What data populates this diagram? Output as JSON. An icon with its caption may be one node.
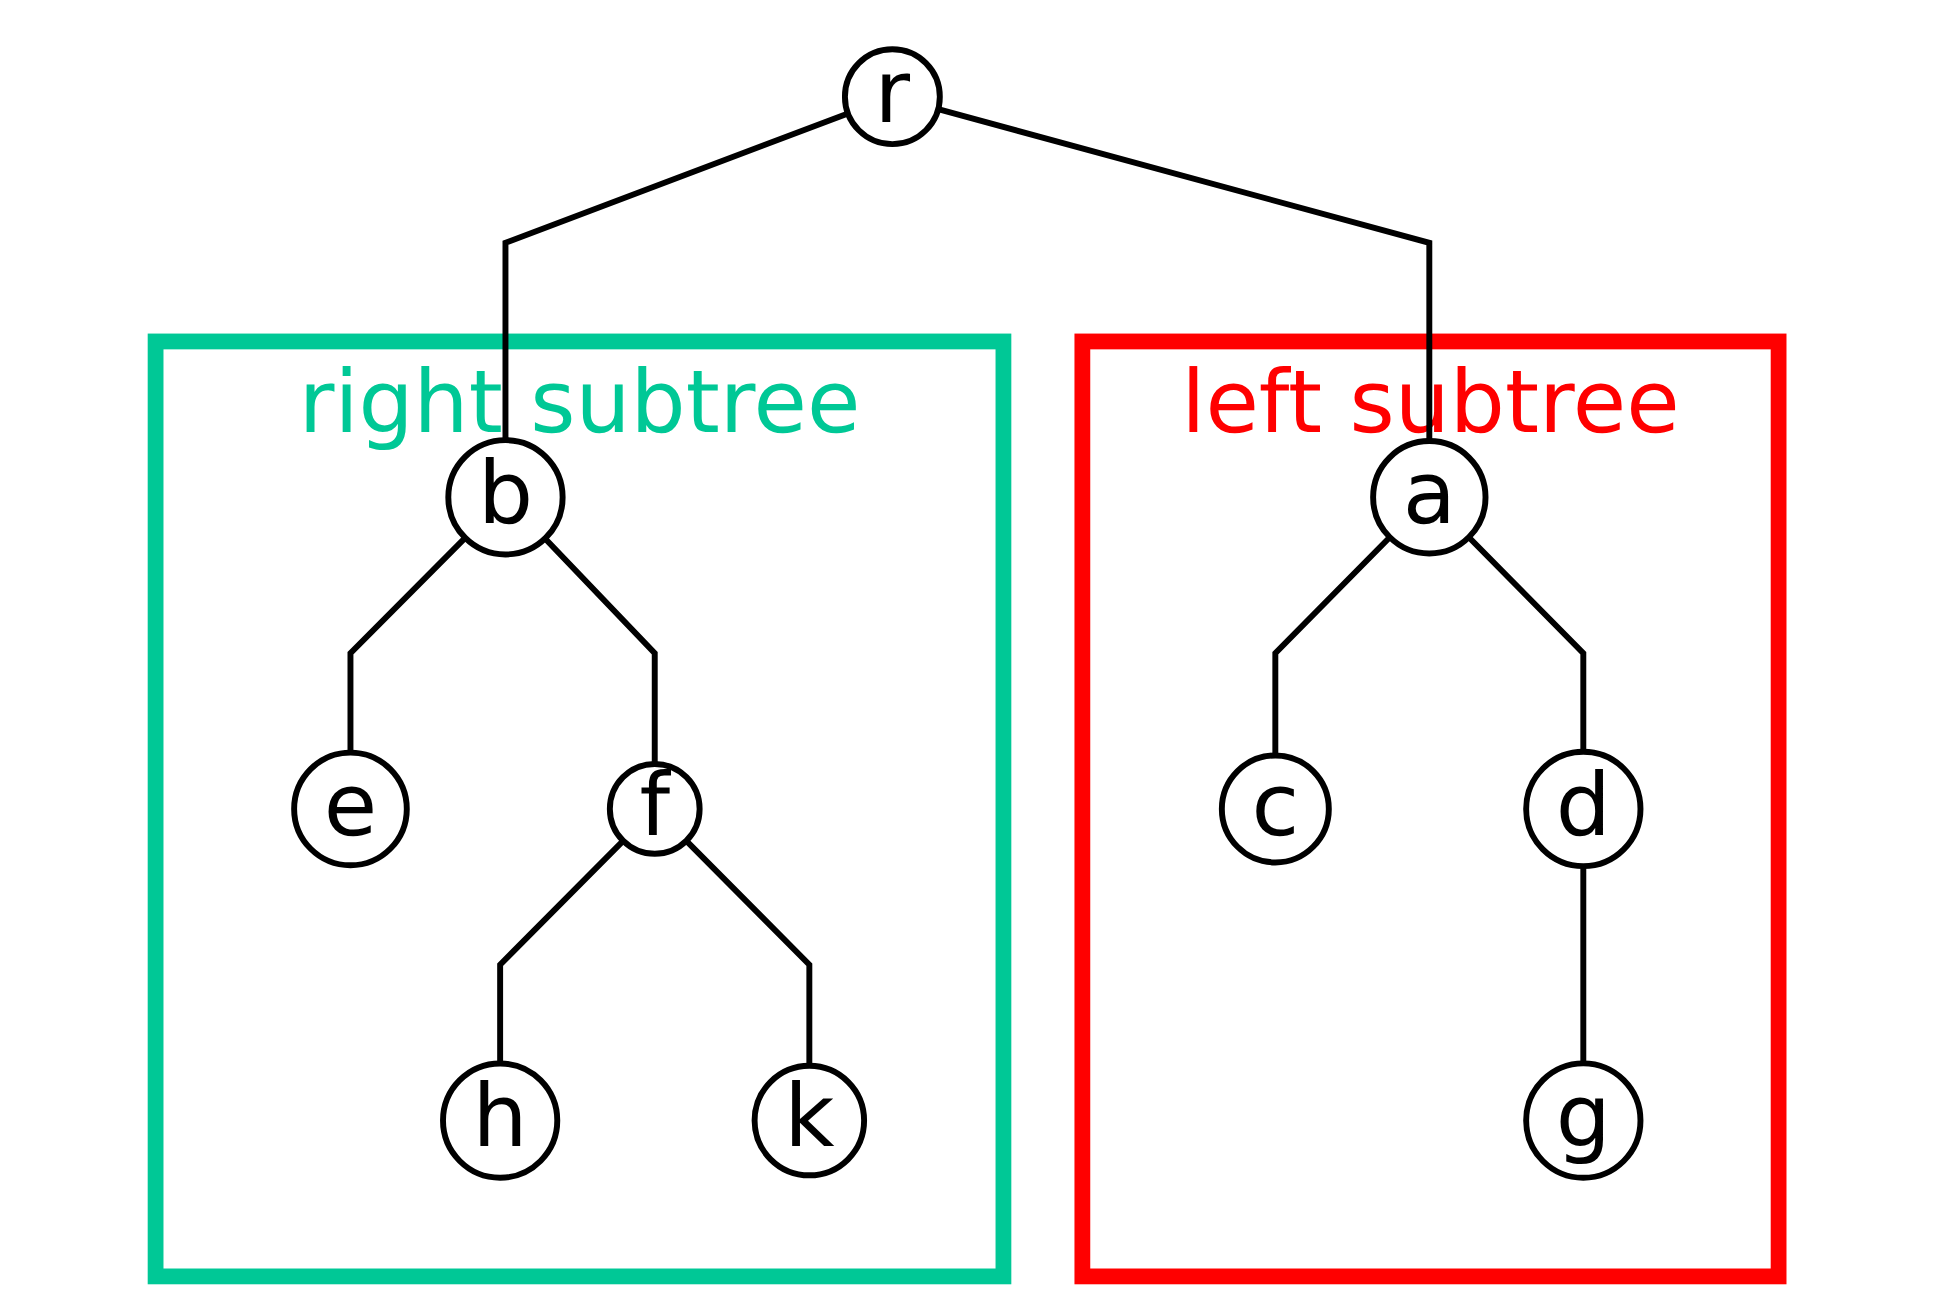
{
  "diagram": {
    "nodes": [
      {
        "text": [
          "r"
        ]
      },
      {
        "text": [
          "left subtree"
        ]
      },
      {
        "text": [
          "a"
        ],
        "in": 1
      },
      {
        "text": [
          "c"
        ],
        "in": 1
      },
      {
        "text": [
          "d"
        ],
        "in": 1
      },
      {
        "text": [
          "g"
        ],
        "in": 1
      },
      {
        "text": [
          "right subtree"
        ]
      },
      {
        "text": [
          "b"
        ],
        "in": 6
      },
      {
        "text": [
          "e"
        ],
        "in": 6
      },
      {
        "text": [
          "f"
        ],
        "in": 6
      },
      {
        "text": [
          "h"
        ],
        "in": 6
      },
      {
        "text": [
          "k"
        ],
        "in": 6
      }
    ],
    "edges": [
      {
        "from": 0,
        "to": 2,
        "arrow": "none"
      },
      {
        "from": 0,
        "to": 7,
        "arrow": "none"
      },
      {
        "from": 2,
        "to": 3,
        "arrow": "none"
      },
      {
        "from": 2,
        "to": 4,
        "arrow": "none"
      },
      {
        "from": 4,
        "to": 5,
        "arrow": "none"
      },
      {
        "from": 7,
        "to": 8,
        "arrow": "none"
      },
      {
        "from": 7,
        "to": 9,
        "arrow": "none"
      },
      {
        "from": 9,
        "to": 10,
        "arrow": "none"
      },
      {
        "from": 9,
        "to": 11,
        "arrow": "none"
      }
    ]
  }
}
